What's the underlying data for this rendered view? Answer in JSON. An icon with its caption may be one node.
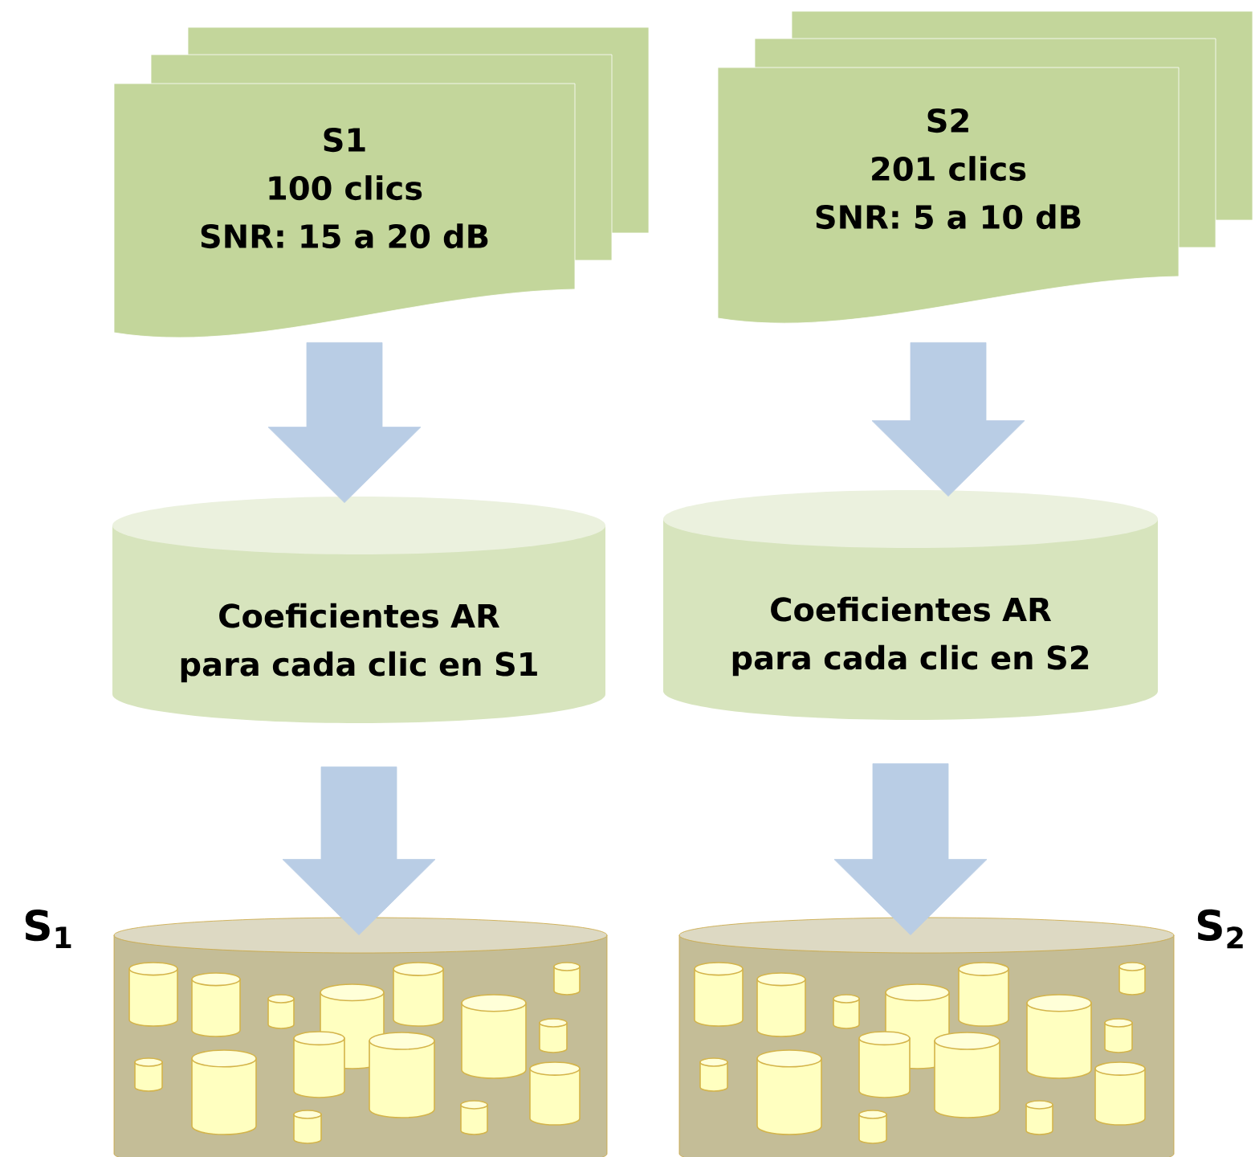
{
  "diagram": {
    "nodes": [
      {
        "text": [
          "S1",
          "100 clics",
          "SNR: 15 a 20 dB"
        ]
      },
      {
        "text": [
          "S2",
          "201 clics",
          "SNR: 5 a 10 dB"
        ]
      },
      {
        "text": [
          "Coeficientes AR para cada clic en S1"
        ]
      },
      {
        "text": [
          "Coeficientes AR para cada clic en S2"
        ]
      },
      {
        "text": [],
        "shape": "cylinder",
        "beside": [
          "S$_{1}$"
        ]
      },
      {
        "text": [],
        "shape": "cylinder",
        "beside": [
          "S$_{2}$"
        ]
      }
    ],
    "edges": [
      {
        "from": 0,
        "to": 2,
        "arrow": "to"
      },
      {
        "from": 1,
        "to": 3,
        "arrow": "to"
      },
      {
        "from": 2,
        "to": 4,
        "arrow": "to"
      },
      {
        "from": 3,
        "to": 5,
        "arrow": "to"
      }
    ]
  }
}
